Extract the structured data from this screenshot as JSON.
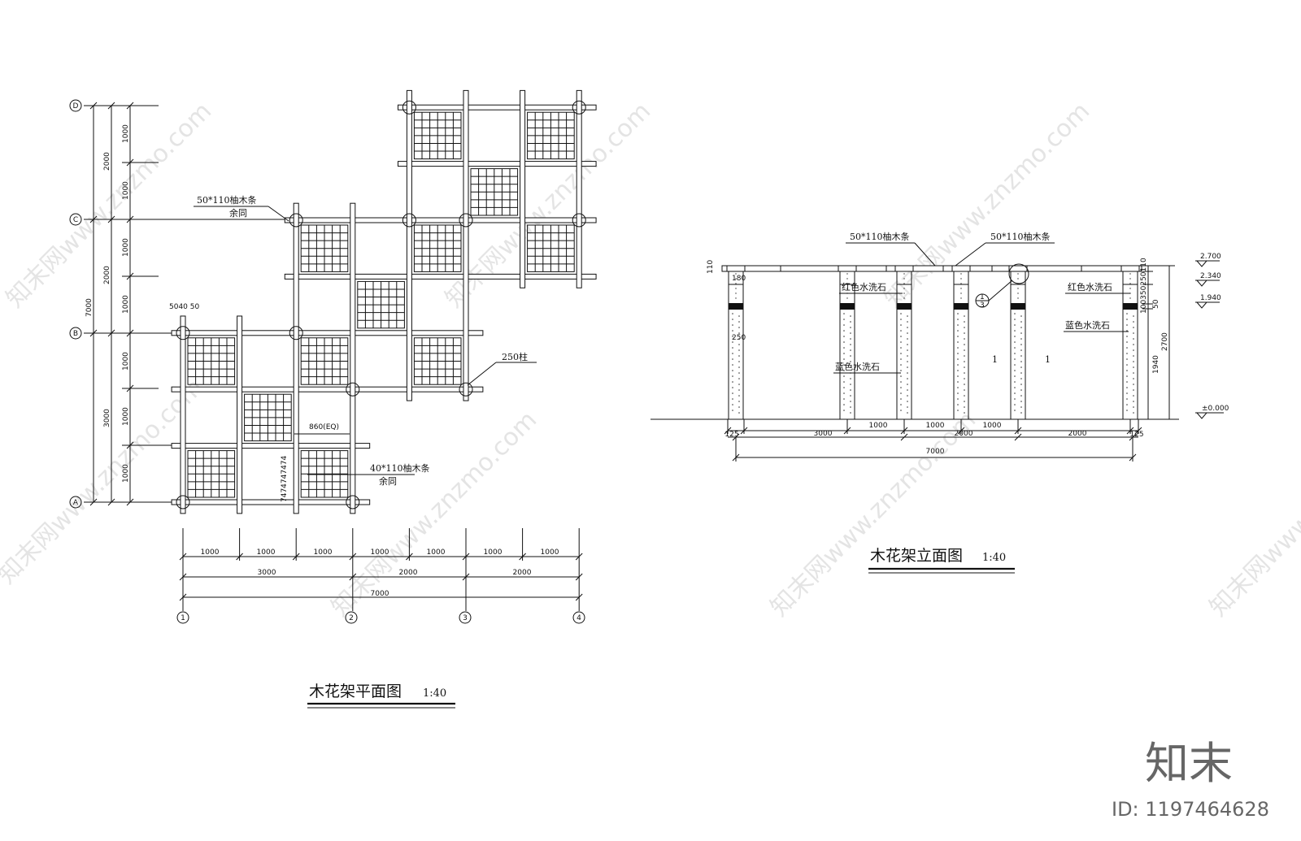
{
  "plan": {
    "title": "木花架平面图",
    "scale": "1:40",
    "grid_rows": [
      "D",
      "C",
      "B",
      "A"
    ],
    "grid_cols": [
      "1",
      "2",
      "3",
      "4"
    ],
    "left_dims_outer": [
      "7000"
    ],
    "left_dims_mid": [
      "2000",
      "2000",
      "3000"
    ],
    "left_dims_inner": [
      "1000",
      "1000",
      "1000",
      "1000",
      "1000",
      "1000",
      "1000"
    ],
    "bottom_dims_row1": [
      "1000",
      "1000",
      "1000",
      "1000",
      "1000",
      "1000",
      "1000"
    ],
    "bottom_dims_row2": [
      "3000",
      "2000",
      "2000"
    ],
    "bottom_dims_row3": [
      "7000"
    ],
    "beam_label": "50*110柚木条",
    "beam_label_note": "余同",
    "column_label": "250柱",
    "slat_label": "40*110柚木条",
    "slat_label_note": "余同",
    "eq_label": "860(EQ)",
    "small_dim": "5040 50",
    "slat_dim_stack": "7474747474"
  },
  "elevation": {
    "title": "木花架立面图",
    "scale": "1:40",
    "beam_label_1": "50*110柚木条",
    "beam_label_2": "50*110柚木条",
    "stone_left_1": "红色水洗石",
    "stone_left_2": "蓝色水洗石",
    "stone_right_1": "红色水洗石",
    "stone_right_2": "蓝色水洗石",
    "section_mark_1": "1",
    "section_mark_2": "1",
    "detail_top": "1",
    "detail_bottom": "3",
    "level_1": "2.700",
    "level_2": "2.340",
    "level_3": "1.940",
    "level_4": "±0.000",
    "dim_110": "110",
    "dim_180": "180",
    "dim_250": "250",
    "right_dims_small": "100350250110",
    "right_dim_1940": "1940",
    "right_dim_2700": "2700",
    "right_dim_50": "50",
    "bottom_dims_row1": [
      "125",
      "1000",
      "1000",
      "1000",
      "125"
    ],
    "bottom_dims_row2": [
      "3000",
      "2000",
      "2000"
    ],
    "bottom_dims_row3": [
      "7000"
    ]
  },
  "branding": {
    "logo": "知末",
    "id_text": "ID: 1197464628",
    "watermark": "知末网www.znzmo.com"
  }
}
